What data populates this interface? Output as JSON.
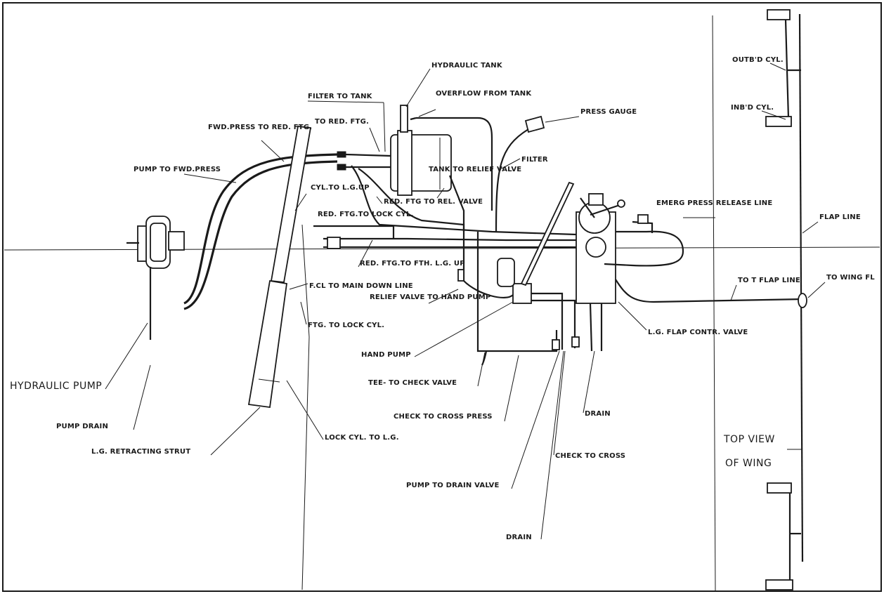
{
  "labels": {
    "hydraulic_tank": "HYDRAULIC TANK",
    "filter_to_tank": "FILTER TO TANK",
    "overflow_from_tank": "OVERFLOW FROM TANK",
    "press_gauge": "PRESS GAUGE",
    "fwd_press_to_red_ftg": "FWD.PRESS TO RED. FTG.",
    "to_red_ftg": "TO RED. FTG.",
    "pump_to_fwd_press": "PUMP TO FWD.PRESS",
    "cyl_to_lg_up": "CYL.TO L.G.UP",
    "tank_to_relief_valve": "TANK TO RELIEF VALVE",
    "filter": "FILTER",
    "red_ftg_to_rel_valve": "RED. FTG TO REL. VALVE",
    "red_ftg_to_lock_cyl": "RED. FTG.TO LOCK CYL.",
    "emerg_press_release_line": "EMERG PRESS RELEASE LINE",
    "flap_line": "FLAP LINE",
    "red_ftg_to_fth_lg_up": "RED. FTG.TO FTH. L.G. UP",
    "fcl_to_main_down_line": "F.CL TO MAIN DOWN LINE",
    "relief_valve_to_hand_pump": "RELIEF VALVE TO HAND PUMP",
    "to_t_flap_line": "TO T FLAP LINE",
    "to_wing_fl": "TO WING FL",
    "ftg_to_lock_cyl": "FTG. TO LOCK CYL.",
    "lg_flap_contr_valve": "L.G. FLAP CONTR. VALVE",
    "hand_pump": "HAND PUMP",
    "tee_to_check_valve": "TEE- TO CHECK VALVE",
    "hydraulic_pump": "HYDRAULIC PUMP",
    "check_to_cross_press": "CHECK TO CROSS PRESS",
    "drain_1": "DRAIN",
    "pump_drain": "PUMP DRAIN",
    "lg_retracting_strut": "L.G. RETRACTING STRUT",
    "lock_cyl_to_lg": "LOCK CYL. TO L.G.",
    "check_to_cross": "CHECK TO CROSS",
    "pump_to_drain_valve": "PUMP TO DRAIN VALVE",
    "drain_2": "DRAIN",
    "outbd_cyl": "OUTB'D CYL.",
    "inbd_cyl": "INB'D CYL.",
    "top_view_line1": "TOP VIEW",
    "top_view_line2": "OF WING"
  },
  "colors": {
    "ink": "#1a1a1a",
    "paper": "#ffffff"
  }
}
